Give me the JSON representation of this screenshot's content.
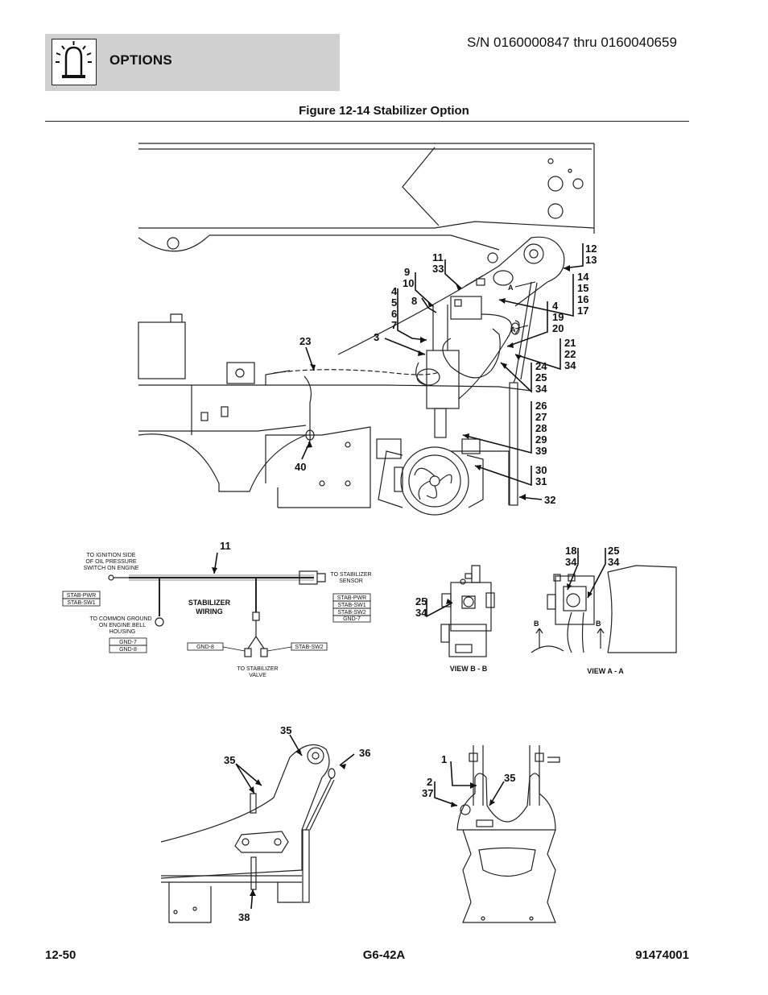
{
  "header": {
    "section_title": "OPTIONS",
    "serial_range": "S/N 0160000847 thru 0160040659",
    "icon": "warning-light-icon"
  },
  "figure": {
    "title": "Figure 12-14 Stabilizer Option",
    "callouts": {
      "c11_33": [
        "11",
        "33"
      ],
      "c9_10": [
        "9",
        "10"
      ],
      "c8": "8",
      "c4_7": [
        "4",
        "5",
        "6",
        "7"
      ],
      "c3": "3",
      "c23": "23",
      "c40": "40",
      "c12_13": [
        "12",
        "13"
      ],
      "c14_17": [
        "14",
        "15",
        "16",
        "17"
      ],
      "c4_19_20": [
        "4",
        "19",
        "20"
      ],
      "c21_22_34": [
        "21",
        "22",
        "34"
      ],
      "c24_25_34": [
        "24",
        "25",
        "34"
      ],
      "c26_39": [
        "26",
        "27",
        "28",
        "29",
        "39"
      ],
      "c30_31": [
        "30",
        "31"
      ],
      "c32": "32",
      "section_a": "A"
    },
    "wiring": {
      "callout": "11",
      "title_line1": "STABILIZER",
      "title_line2": "WIRING",
      "ignition_note": [
        "TO IGNITION SIDE",
        "OF OIL PRESSURE",
        "SWITCH ON ENGINE"
      ],
      "sensor_note": [
        "TO STABILIZER",
        "SENSOR"
      ],
      "ground_note": [
        "TO COMMON GROUND",
        "ON ENGINE BELL",
        "HOUSING"
      ],
      "valve_note": [
        "TO STABILIZER",
        "VALVE"
      ],
      "tags_left": [
        "STAB-PWR",
        "STAB-SW1"
      ],
      "tags_ground": [
        "GND-7",
        "GND-8"
      ],
      "tags_right": [
        "STAB-PWR",
        "STAB-SW1",
        "STAB-SW2",
        "GND-7"
      ],
      "tag_gnd8": "GND-8",
      "tag_sw2": "STAB-SW2"
    },
    "view_bb": {
      "label": "VIEW B - B",
      "callout": [
        "25",
        "34"
      ]
    },
    "view_aa": {
      "label": "VIEW A - A",
      "callout_left": [
        "18",
        "34"
      ],
      "callout_right": [
        "25",
        "34"
      ],
      "section_b": "B"
    },
    "lower_left": {
      "c35_top": "35",
      "c35_left": "35",
      "c36": "36",
      "c38": "38"
    },
    "lower_right": {
      "c1": "1",
      "c2_37": [
        "2",
        "37"
      ],
      "c35": "35"
    }
  },
  "footer": {
    "page_number": "12-50",
    "model": "G6-42A",
    "doc_number": "91474001"
  }
}
